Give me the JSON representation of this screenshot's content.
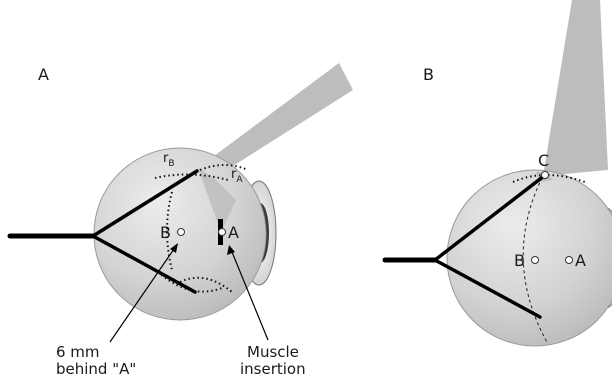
{
  "panels": [
    {
      "label": "A",
      "points": {
        "b": "B",
        "a": "A"
      },
      "radius_labels": {
        "rb_main": "r",
        "rb_sub": "B",
        "ra_main": "r",
        "ra_sub": "A"
      },
      "annotations": {
        "left_line1": "6 mm",
        "left_line2": "behind \"A\"",
        "right_line1": "Muscle",
        "right_line2": "insertion"
      }
    },
    {
      "label": "B",
      "points": {
        "b": "B",
        "a": "A",
        "c": "C"
      }
    }
  ],
  "colors": {
    "globe": "#d4d4d4",
    "muscle": "#bdbdbd",
    "ink": "#111111"
  }
}
